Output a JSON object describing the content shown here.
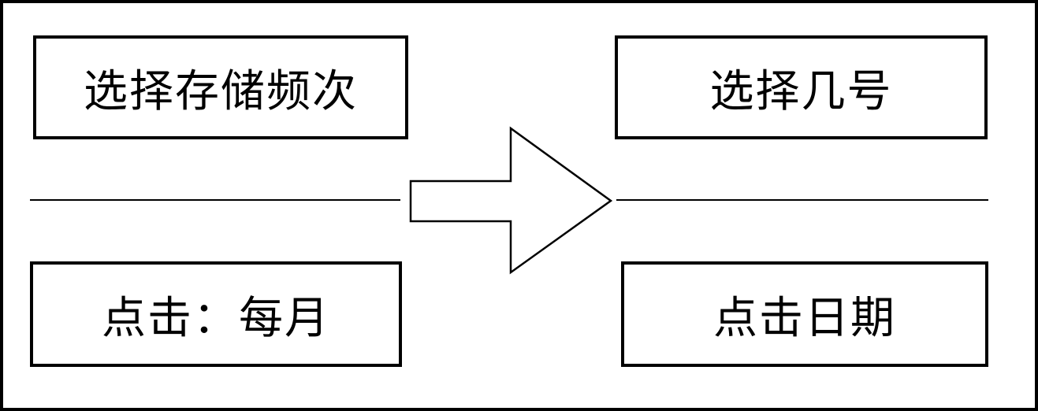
{
  "diagram": {
    "left_column": {
      "top_label": "选择存储频次",
      "bottom_label": "点击：每月"
    },
    "right_column": {
      "top_label": "选择几号",
      "bottom_label": "点击日期"
    },
    "arrow": {
      "direction": "right",
      "icon": "right-arrow-icon"
    },
    "colors": {
      "stroke": "#000000",
      "background": "#ffffff"
    }
  }
}
